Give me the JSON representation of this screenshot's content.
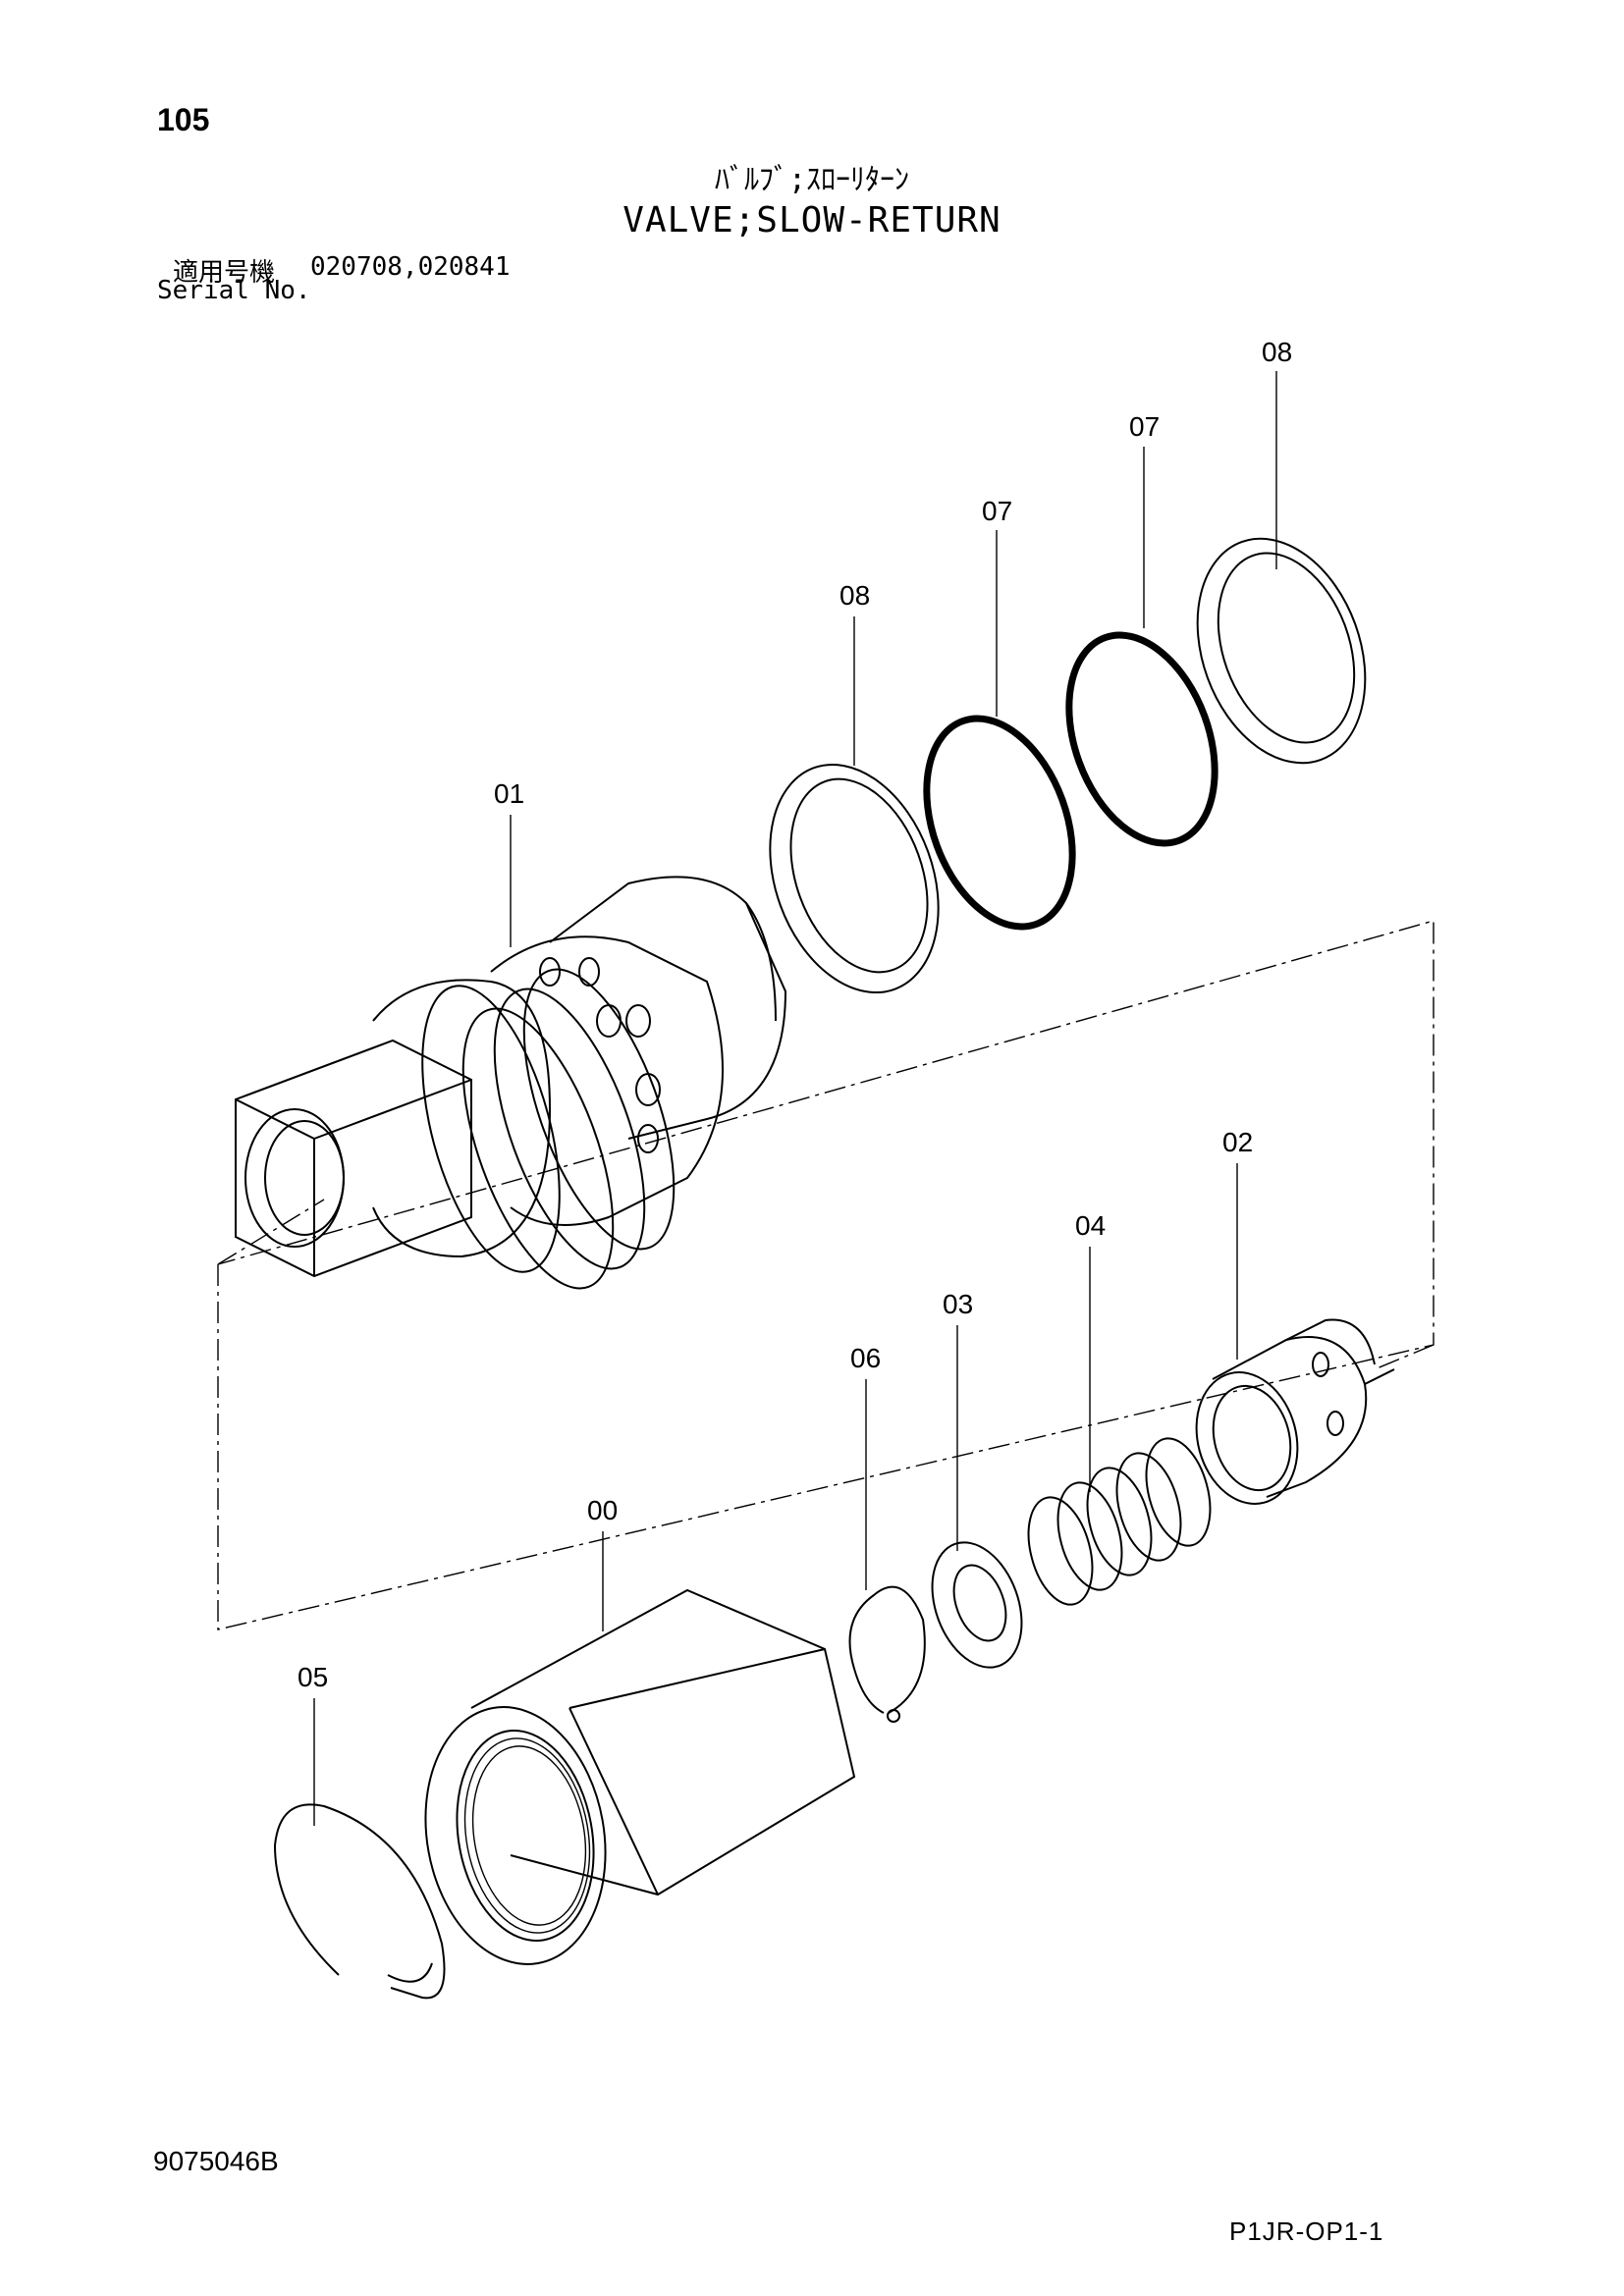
{
  "header": {
    "page_number": "105",
    "title_jp": "ﾊﾞﾙﾌﾞ;ｽﾛｰﾘﾀｰﾝ",
    "title_en": "VALVE;SLOW-RETURN",
    "serial_label_jp": "適用号機",
    "serial_values": "020708,020841",
    "serial_label_en": "Serial No."
  },
  "callouts": [
    "08",
    "07",
    "07",
    "08",
    "01",
    "02",
    "04",
    "03",
    "06",
    "00",
    "05"
  ],
  "footer": {
    "doc_code": "9075046B",
    "sheet_code": "P1JR-OP1-1"
  }
}
